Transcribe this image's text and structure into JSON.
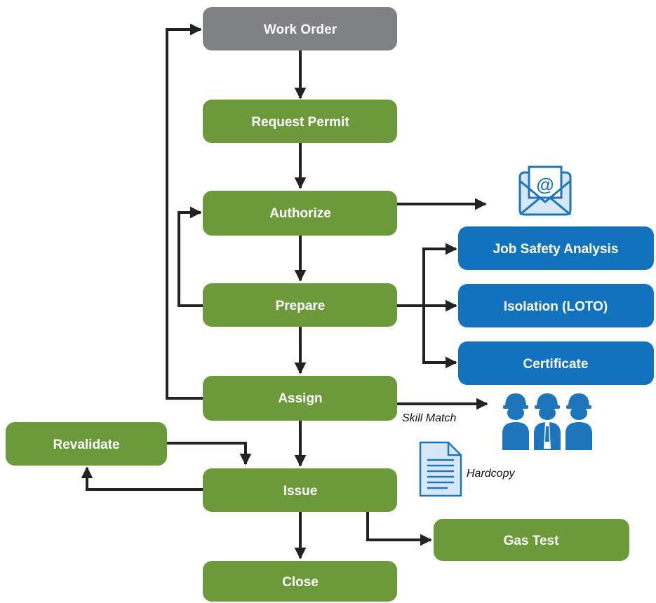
{
  "colors": {
    "start_node": "#808184",
    "process_node": "#6c993a",
    "output_node": "#1272be",
    "icon_fill": "#1d75bb",
    "icon_light": "#d6e8f7",
    "arrow": "#222222"
  },
  "nodes": {
    "work_order": "Work Order",
    "request_permit": "Request Permit",
    "authorize": "Authorize",
    "prepare": "Prepare",
    "assign": "Assign",
    "issue": "Issue",
    "close": "Close",
    "revalidate": "Revalidate",
    "gas_test": "Gas Test",
    "job_safety_analysis": "Job Safety Analysis",
    "isolation": "Isolation (LOTO)",
    "certificate": "Certificate"
  },
  "annotations": {
    "skill_match": "Skill Match",
    "hardcopy": "Hardcopy"
  },
  "icons": {
    "email": "email-at-icon",
    "workers": "workers-icon",
    "document": "document-icon"
  }
}
